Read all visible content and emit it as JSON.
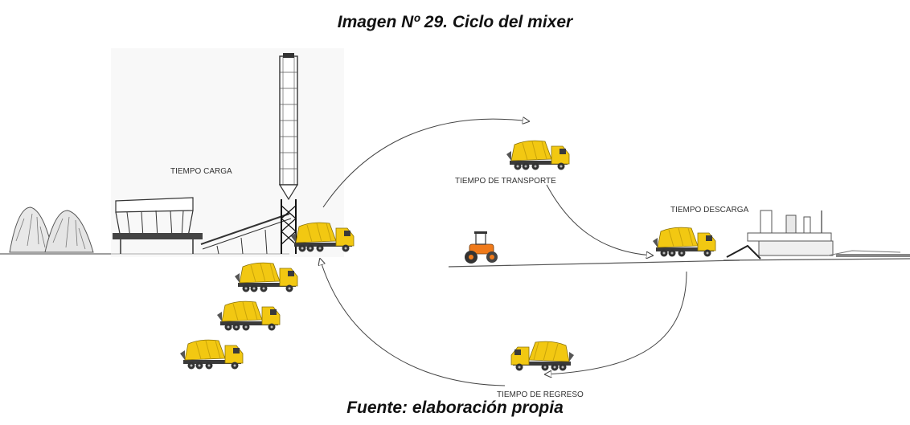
{
  "figure": {
    "title": "Imagen Nº 29. Ciclo del mixer",
    "source": "Fuente: elaboración propia"
  },
  "labels": {
    "load": "TIEMPO CARGA",
    "transport": "TIEMPO DE TRANSPORTE",
    "unload": "TIEMPO DESCARGA",
    "return": "TIEMPO DE REGRESO"
  },
  "colors": {
    "truck_yellow": "#f2c812",
    "truck_dark": "#3a3a3a",
    "line": "#444444",
    "roller_orange": "#f07a1a"
  },
  "icons": [
    "cement-truck-icon",
    "road-roller-icon",
    "batching-plant-icon",
    "aggregate-pile-icon",
    "construction-site-icon"
  ]
}
